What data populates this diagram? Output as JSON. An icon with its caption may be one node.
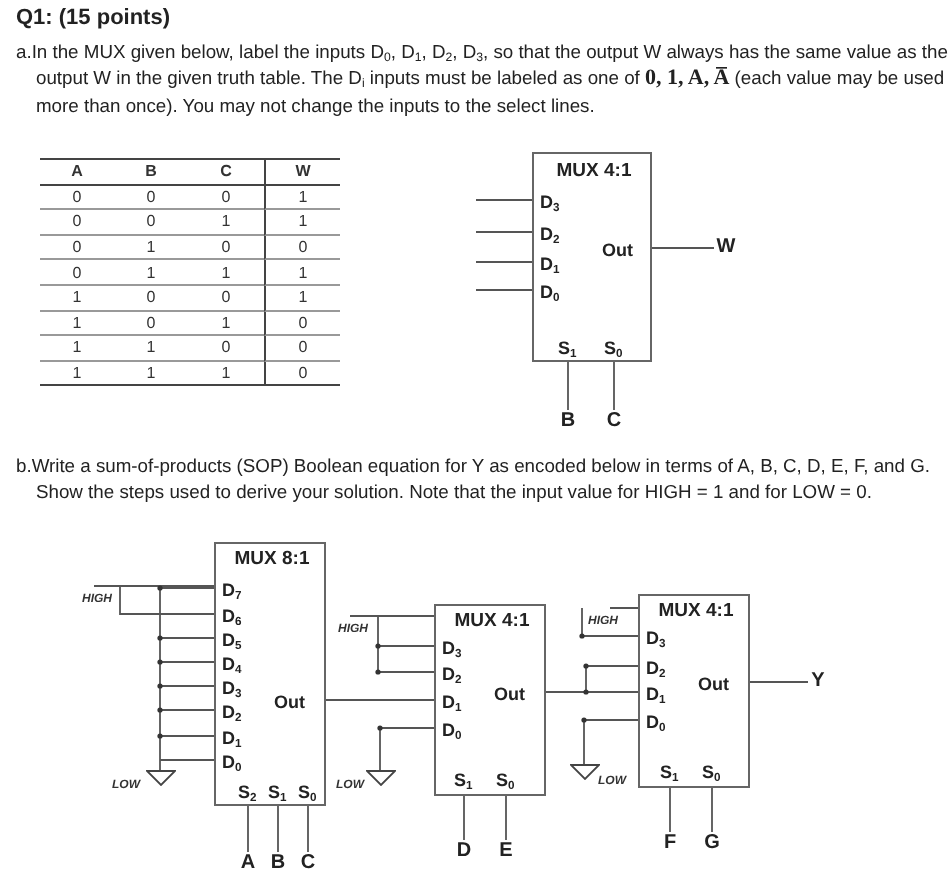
{
  "diagram": {
    "title": "Q1: (15 points)",
    "nodes": [
      {
        "text": [
          "MUX 4:1",
          "D$_{3}$",
          "D$_{2}$",
          "D$_{1}$",
          "D$_{0}$",
          "Out",
          "S$_{1}$",
          "S$_{0}$"
        ]
      },
      {
        "text": [
          "W"
        ]
      },
      {
        "text": [
          "B"
        ]
      },
      {
        "text": [
          "C"
        ]
      },
      {
        "text": [
          "HIGH"
        ]
      },
      {
        "text": [
          "MUX 8:1",
          "D$_{7}$",
          "D$_{6}$",
          "D$_{5}$",
          "D$_{4}$",
          "D$_{3}$",
          "D$_{2}$",
          "D$_{1}$",
          "D$_{0}$",
          "Out",
          "S$_{2}$",
          "S$_{1}$",
          "S$_{0}$"
        ]
      },
      {
        "text": [
          "HIGH"
        ]
      },
      {
        "text": [
          "MUX 4:1",
          "D$_{3}$",
          "D$_{2}$",
          "D$_{1}$",
          "D$_{0}$",
          "Out",
          "S$_{1}$",
          "S$_{0}$"
        ]
      },
      {
        "text": [
          "HIGH"
        ]
      },
      {
        "text": [
          "MUX 4:1",
          "D$_{3}$",
          "D$_{2}$",
          "D$_{1}$",
          "D$_{0}$",
          "Out",
          "S$_{1}$",
          "S$_{0}$"
        ]
      },
      {
        "text": [
          "Y"
        ]
      },
      {
        "text": [
          "LOW"
        ]
      },
      {
        "text": [
          "LOW"
        ]
      },
      {
        "text": [
          "LOW"
        ]
      },
      {
        "text": [
          "A"
        ]
      },
      {
        "text": [
          "B"
        ]
      },
      {
        "text": [
          "C"
        ]
      },
      {
        "text": [
          "D"
        ]
      },
      {
        "text": [
          "E"
        ]
      },
      {
        "text": [
          "F"
        ]
      },
      {
        "text": [
          "G"
        ]
      }
    ],
    "edges": [
      {
        "from": null,
        "to": 0,
        "arrow": "none"
      },
      {
        "from": null,
        "to": 0,
        "arrow": "none"
      },
      {
        "from": null,
        "to": 0,
        "arrow": "none"
      },
      {
        "from": null,
        "to": 0,
        "arrow": "none"
      },
      {
        "from": 0,
        "to": 1,
        "arrow": "none"
      },
      {
        "from": 0,
        "to": 2,
        "arrow": "none"
      },
      {
        "from": 0,
        "to": 3,
        "arrow": "none"
      },
      {
        "from": 4,
        "to": 5,
        "arrow": "none"
      },
      {
        "from": 11,
        "to": 5,
        "arrow": "none"
      },
      {
        "from": 5,
        "to": 14,
        "arrow": "none"
      },
      {
        "from": 5,
        "to": 15,
        "arrow": "none"
      },
      {
        "from": 5,
        "to": 16,
        "arrow": "none"
      },
      {
        "from": 5,
        "to": 7,
        "arrow": "none"
      },
      {
        "from": 6,
        "to": 7,
        "arrow": "none"
      },
      {
        "from": 12,
        "to": 7,
        "arrow": "none"
      },
      {
        "from": 7,
        "to": 17,
        "arrow": "none"
      },
      {
        "from": 7,
        "to": 18,
        "arrow": "none"
      },
      {
        "from": 7,
        "to": 9,
        "arrow": "none"
      },
      {
        "from": 8,
        "to": 9,
        "arrow": "none"
      },
      {
        "from": 13,
        "to": 9,
        "arrow": "none"
      },
      {
        "from": 9,
        "to": 10,
        "arrow": "none"
      },
      {
        "from": 9,
        "to": 19,
        "arrow": "none"
      },
      {
        "from": 9,
        "to": 20,
        "arrow": "none"
      }
    ],
    "labels": [
      "a.In the MUX given below, label the inputs D$_{0}$, D$_{1}$, D$_{2}$, D$_{3}$, so that the output W always has the same value as the output W in the given truth table. The D$_{i}$ inputs must be labeled as one of **0, 1, A, A̅** (each value may be used more than once). You may not change the inputs to the select lines.",
      "A",
      "B",
      "C",
      "W",
      "0",
      "0",
      "0",
      "1",
      "0",
      "0",
      "1",
      "1",
      "0",
      "1",
      "0",
      "0",
      "0",
      "1",
      "1",
      "1",
      "1",
      "0",
      "0",
      "1",
      "1",
      "0",
      "1",
      "0",
      "1",
      "1",
      "0",
      "0",
      "1",
      "1",
      "1",
      "0",
      "b.Write a sum-of-products (SOP) Boolean equation for Y as encoded below in terms of A, B, C, D, E, F, and G. Show the steps used to derive your solution. Note that the input value for HIGH = 1 and for LOW = 0."
    ]
  }
}
